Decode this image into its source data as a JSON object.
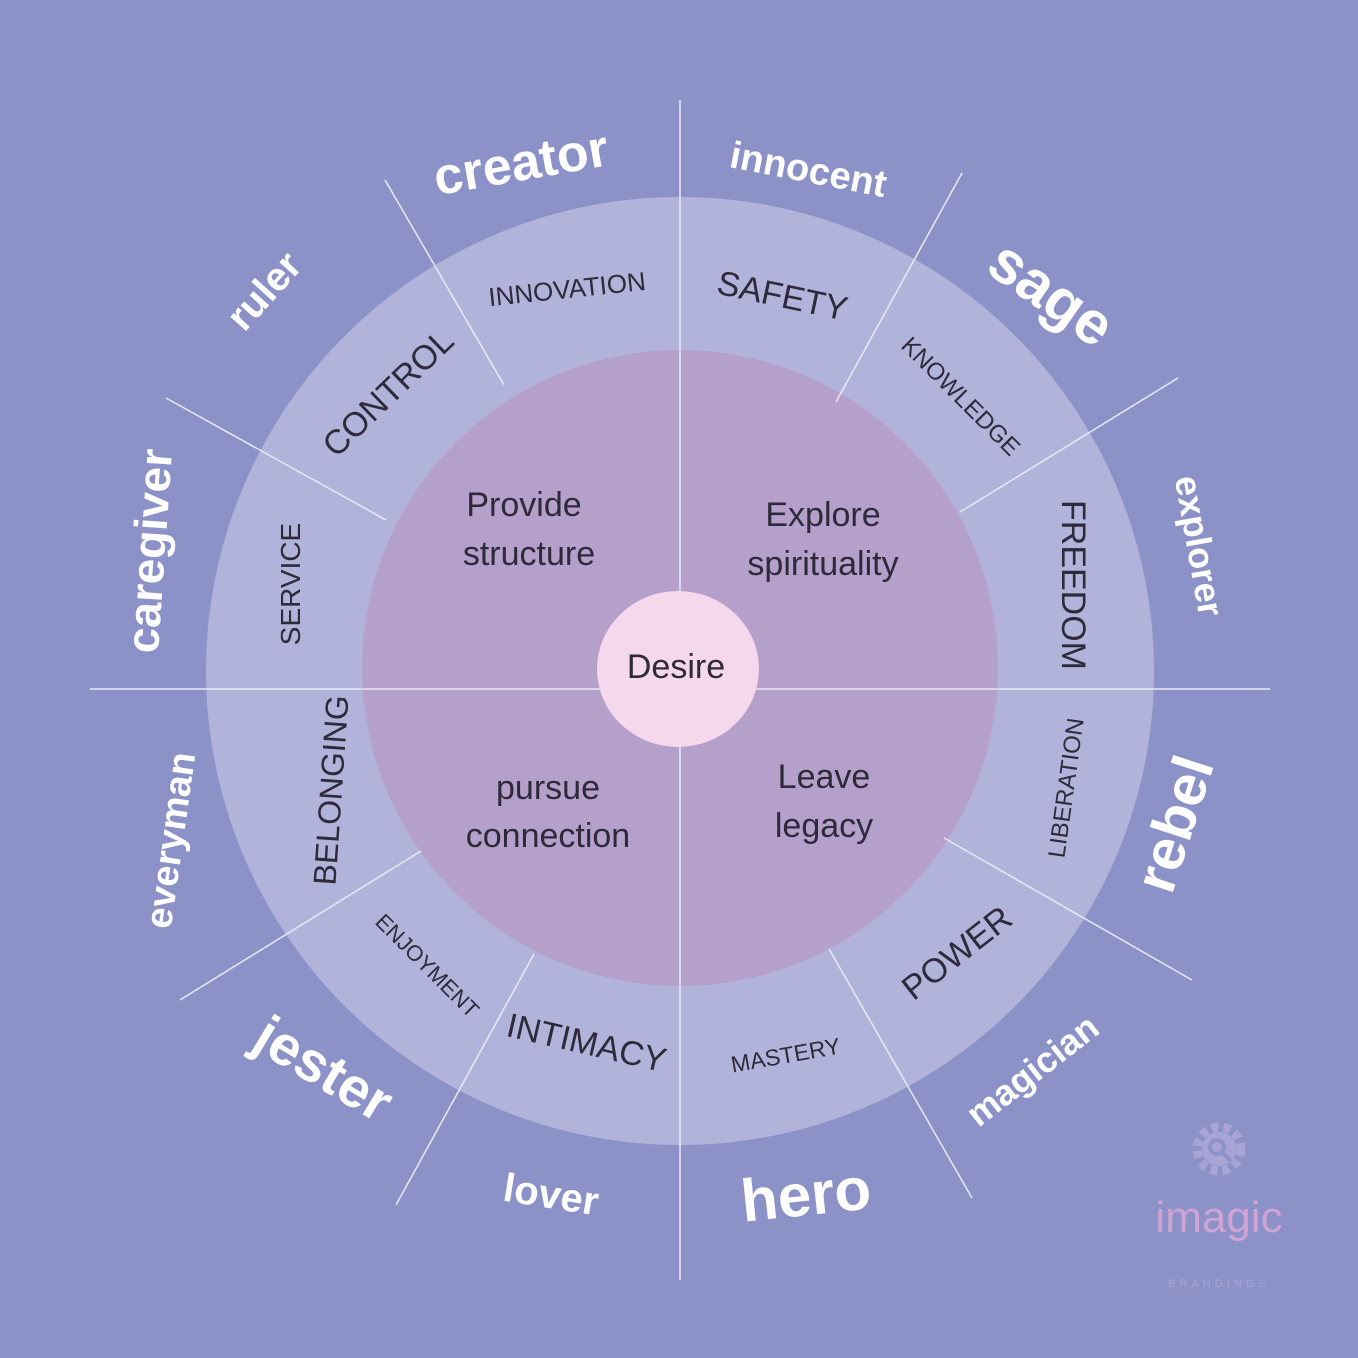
{
  "colors": {
    "background": "#8c92c8",
    "outer_ring": "#b1b3db",
    "inner_disc": "#b59fcb",
    "center": "#f5d8ec",
    "lines": "#e8e9f6",
    "archetype_text": "#ffffff",
    "dark_text": "#2e2a3a"
  },
  "center": {
    "label": "Desire"
  },
  "quadrants": [
    {
      "line1": "Provide",
      "line2": "structure"
    },
    {
      "line1": "Explore",
      "line2": "spirituality"
    },
    {
      "line1": "pursue",
      "line2": "connection"
    },
    {
      "line1": "Leave",
      "line2": "legacy"
    }
  ],
  "motivations": [
    "INNOVATION",
    "SAFETY",
    "KNOWLEDGE",
    "FREEDOM",
    "LIBERATION",
    "POWER",
    "MASTERY",
    "INTIMACY",
    "ENJOYMENT",
    "BELONGING",
    "SERVICE",
    "CONTROL"
  ],
  "archetypes": [
    "creator",
    "innocent",
    "sage",
    "explorer",
    "rebel",
    "magician",
    "hero",
    "lover",
    "jester",
    "everyman",
    "caregiver",
    "ruler"
  ],
  "brand": {
    "name": "imagic",
    "tagline": "BRANDINGS",
    "icon": "gear-magnifier-icon"
  }
}
